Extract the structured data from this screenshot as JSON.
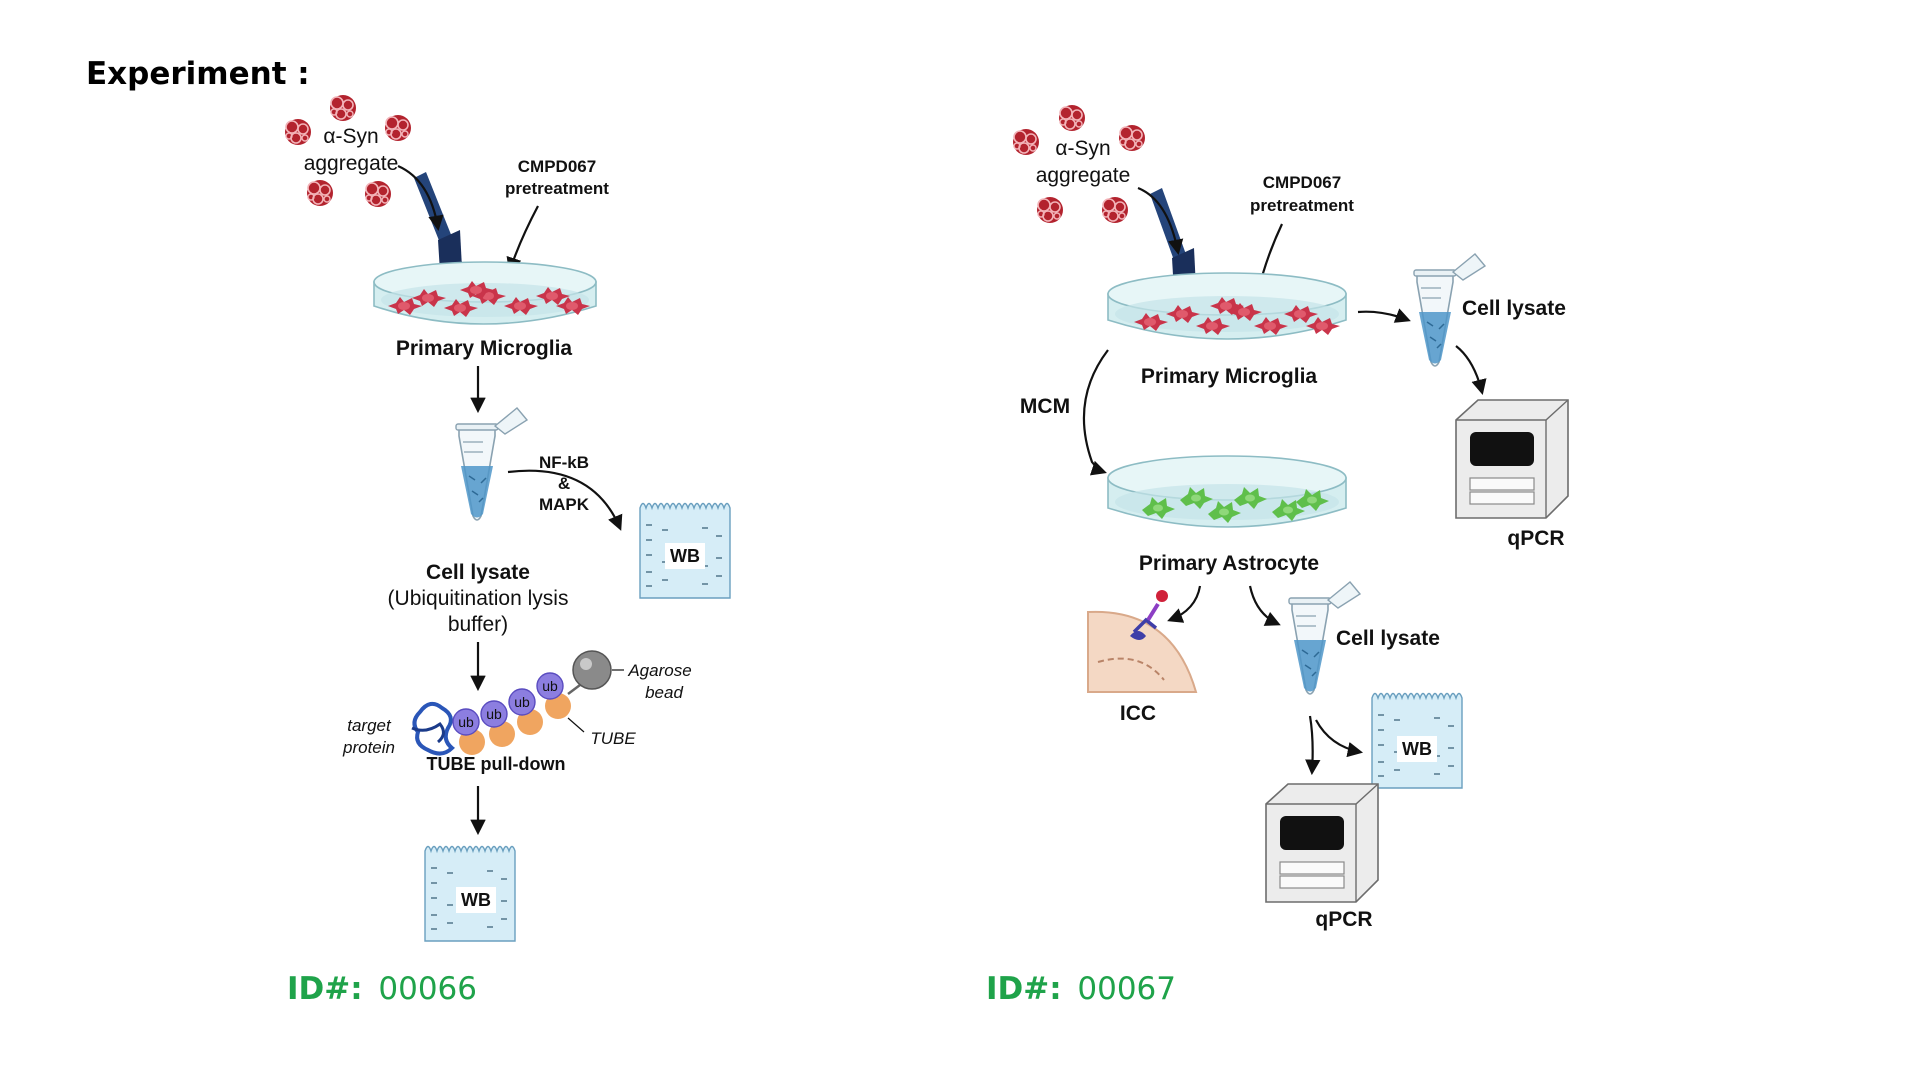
{
  "header": {
    "title": "Experiment :"
  },
  "colors": {
    "accent_id": "#1fa34a",
    "aggregate": "#b3232e",
    "dish_fill": "#d5eef0",
    "gel_fill": "#d6edf7",
    "pipette": "#24447a",
    "microglia": "#c9344a",
    "astrocyte": "#5fbf4b",
    "ub": "#8c7ee0",
    "tube_domain": "#f0a560"
  },
  "left": {
    "aggregate_label_line1": "α-Syn",
    "aggregate_label_line2": "aggregate",
    "pretreatment_line1": "CMPD067",
    "pretreatment_line2": "pretreatment",
    "dish_label": "Primary Microglia",
    "lysate_title": "Cell lysate",
    "lysate_line2": "(Ubiquitination lysis",
    "lysate_line3": "buffer)",
    "pathway_line1": "NF-kB",
    "pathway_line2": "&",
    "pathway_line3": "MAPK",
    "wb_top": "WB",
    "ub_label": "ub",
    "agarose_line1": "Agarose",
    "agarose_line2": "bead",
    "target_line1": "target",
    "target_line2": "protein",
    "tube_label": "TUBE",
    "pulldown_label": "TUBE pull-down",
    "wb_bottom": "WB",
    "id_label": "ID#:",
    "id_value": "00066"
  },
  "right": {
    "aggregate_label_line1": "α-Syn",
    "aggregate_label_line2": "aggregate",
    "pretreatment_line1": "CMPD067",
    "pretreatment_line2": "pretreatment",
    "microglia_label": "Primary Microglia",
    "lysate_top": "Cell lysate",
    "qpcr_top": "qPCR",
    "mcm_label": "MCM",
    "astrocyte_label": "Primary Astrocyte",
    "icc_label": "ICC",
    "lysate_bottom": "Cell lysate",
    "wb": "WB",
    "qpcr_bottom": "qPCR",
    "id_label": "ID#:",
    "id_value": "00067"
  }
}
